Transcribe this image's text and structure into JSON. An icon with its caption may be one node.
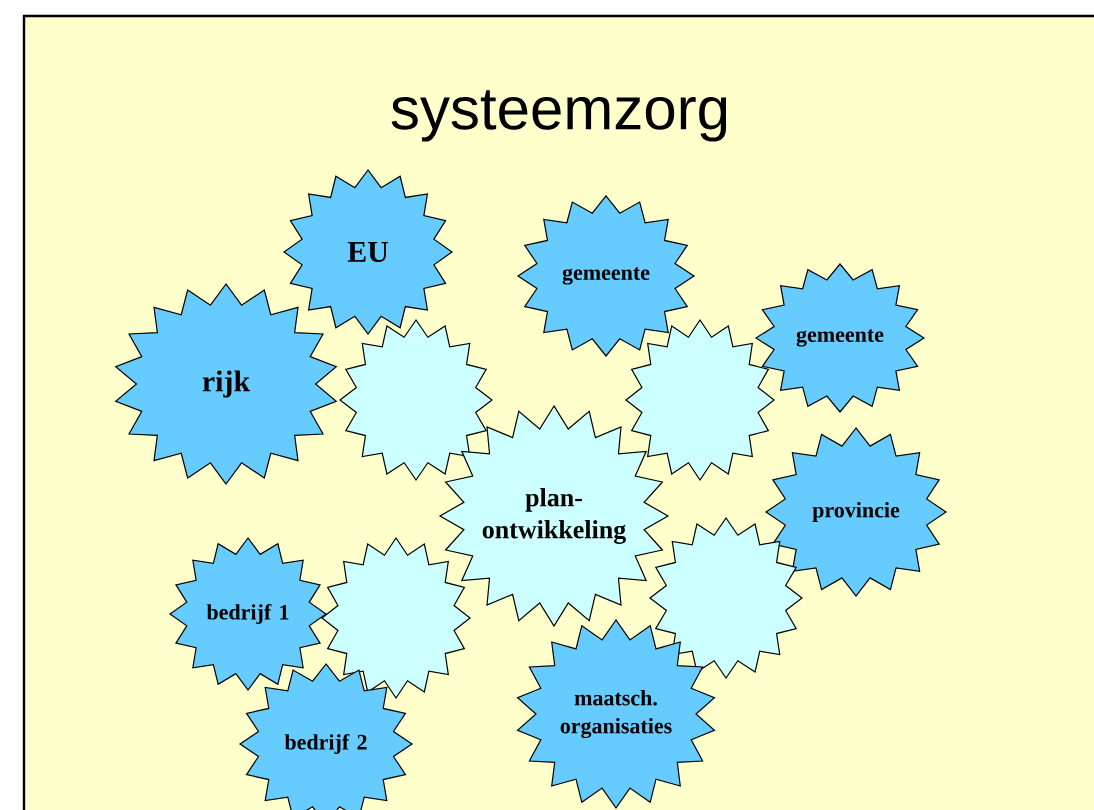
{
  "diagram": {
    "title": "systeemzorg",
    "nodes": [
      {
        "text": [
          "EU"
        ]
      },
      {
        "text": [
          "gemeente"
        ]
      },
      {
        "text": [
          "gemeente"
        ]
      },
      {
        "text": [
          "rijk"
        ]
      },
      {
        "text": [],
        "shape": "star"
      },
      {
        "text": [],
        "shape": "star"
      },
      {
        "text": [
          "plan- ontwikkeling"
        ]
      },
      {
        "text": [
          "provincie"
        ]
      },
      {
        "text": [
          "bedrijf 1"
        ]
      },
      {
        "text": [],
        "shape": "star"
      },
      {
        "text": [],
        "shape": "star"
      },
      {
        "text": [
          "maatsch. organisaties"
        ]
      },
      {
        "text": [
          "bedrijf 2"
        ]
      }
    ]
  }
}
